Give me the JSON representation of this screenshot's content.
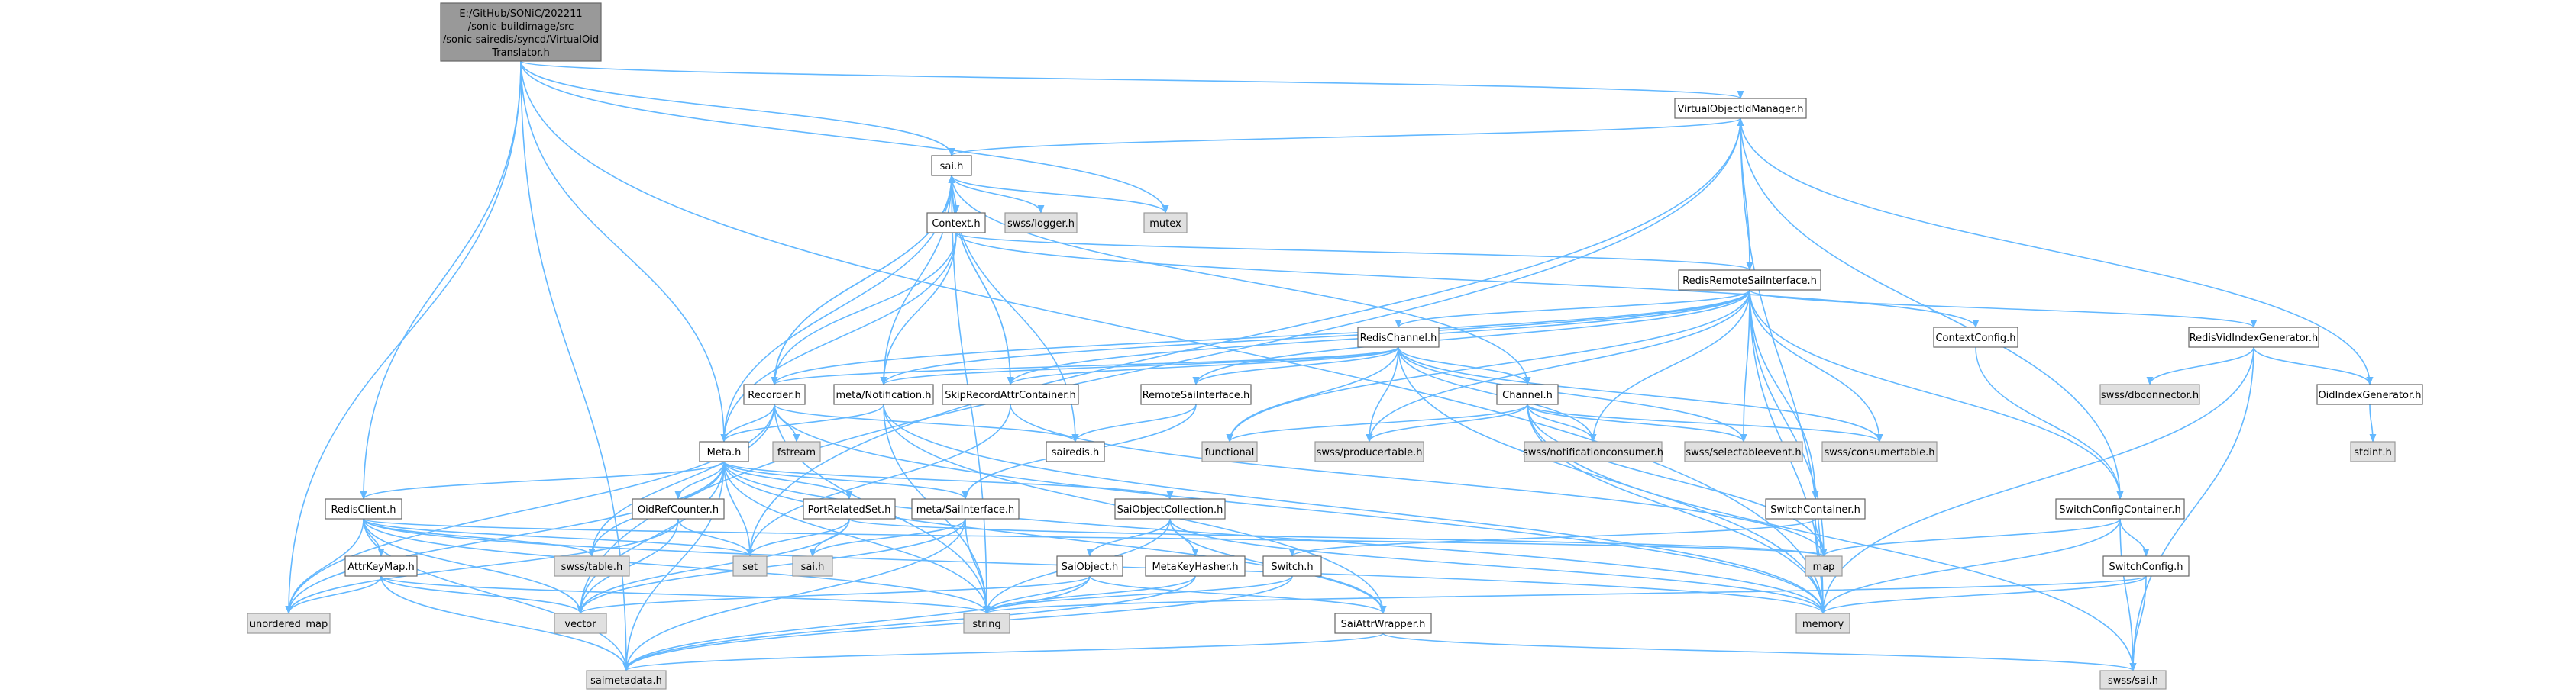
{
  "root": {
    "lines": [
      "E:/GitHub/SONiC/202211",
      "/sonic-buildimage/src",
      "/sonic-sairedis/syncd/VirtualOid",
      "Translator.h"
    ]
  },
  "colors": {
    "edge": "#63b8ff",
    "root_fill": "#999999",
    "system_fill": "#e0e0e0",
    "doc_fill": "#ffffff"
  },
  "nodes": {
    "virtualobjectidmanager": "VirtualObjectIdManager.h",
    "sai": "sai.h",
    "mutex": "mutex",
    "swsslogger": "swss/logger.h",
    "context": "Context.h",
    "redisremotesaiinterface": "RedisRemoteSaiInterface.h",
    "redischannel": "RedisChannel.h",
    "contextconfig": "ContextConfig.h",
    "redisvidindexgenerator": "RedisVidIndexGenerator.h",
    "swssdbconnector": "swss/dbconnector.h",
    "oidindexgenerator": "OidIndexGenerator.h",
    "stdint": "stdint.h",
    "recorder": "Recorder.h",
    "metanotification": "meta/Notification.h",
    "skiprecordattrcontainer": "SkipRecordAttrContainer.h",
    "remotesaiinterface": "RemoteSaiInterface.h",
    "channel": "Channel.h",
    "fstream": "fstream",
    "sairedis": "sairedis.h",
    "functional": "functional",
    "swssproducertable": "swss/producertable.h",
    "swssnotificationconsumer": "swss/notificationconsumer.h",
    "swssselectableevent": "swss/selectableevent.h",
    "swssconsumertable": "swss/consumertable.h",
    "meta": "Meta.h",
    "redisclient": "RedisClient.h",
    "oidrefcounter": "OidRefCounter.h",
    "portrelatedset": "PortRelatedSet.h",
    "metasaiinterface": "meta/SaiInterface.h",
    "saiobjectcollection": "SaiObjectCollection.h",
    "switchcontainer": "SwitchContainer.h",
    "switchconfigcontainer": "SwitchConfigContainer.h",
    "swsstable": "swss/table.h",
    "set": "set",
    "saih2": "sai.h",
    "map": "map",
    "attrkeymap": "AttrKeyMap.h",
    "saiobject": "SaiObject.h",
    "metakeyhasher": "MetaKeyHasher.h",
    "switch": "Switch.h",
    "switchconfig": "SwitchConfig.h",
    "unorderedmap": "unordered_map",
    "vector": "vector",
    "string": "string",
    "memory": "memory",
    "saiattrwrapper": "SaiAttrWrapper.h",
    "saimetadata": "saimetadata.h",
    "swsssai": "swss/sai.h"
  }
}
